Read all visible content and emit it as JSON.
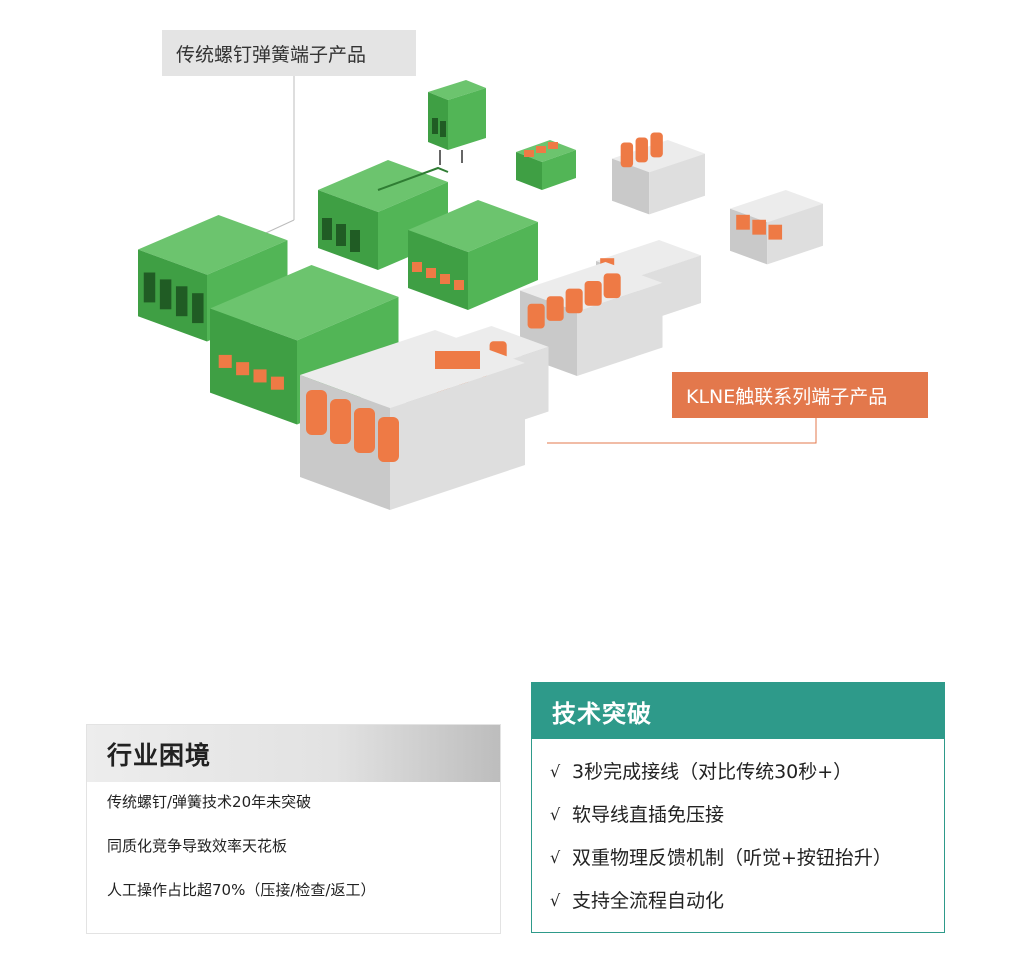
{
  "illustration": {
    "traditional_label": "传统螺钉弹簧端子产品",
    "klne_label": "KLNE触联系列端子产品",
    "colors": {
      "traditional_green": "#4cae4f",
      "klne_gray": "#d8d8d8",
      "klne_orange": "#ee7a45",
      "tag_orange": "#e3784c",
      "tag_gray": "#e4e4e4"
    }
  },
  "industry_dilemma": {
    "title": "行业困境",
    "items": [
      "传统螺钉/弹簧技术20年未突破",
      "同质化竞争导致效率天花板",
      "人工操作占比超70%（压接/检查/返工）"
    ]
  },
  "tech_breakthrough": {
    "title": "技术突破",
    "accent": "#2e9a8a",
    "check_mark": "√",
    "items": [
      "3秒完成接线（对比传统30秒+）",
      "软导线直插免压接",
      "双重物理反馈机制（听觉+按钮抬升）",
      "支持全流程自动化"
    ]
  }
}
